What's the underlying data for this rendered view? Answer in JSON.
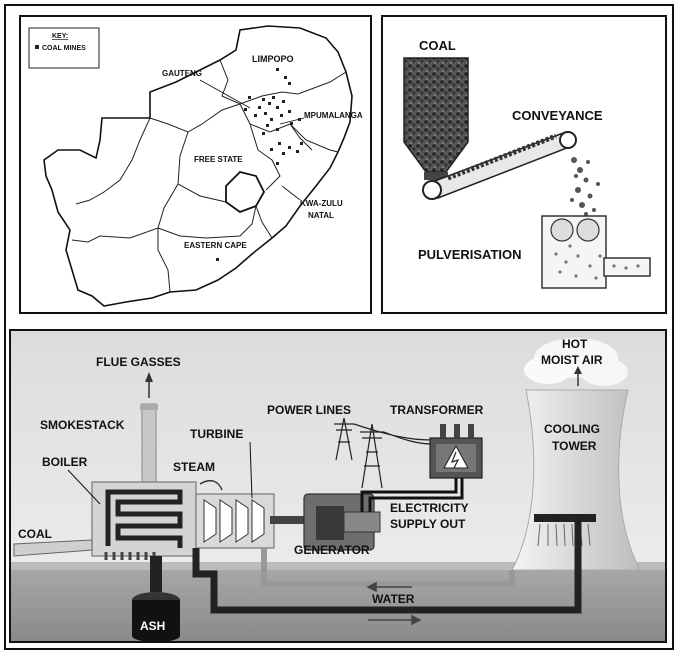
{
  "map_panel": {
    "key_title": "KEY:",
    "key_item": "COAL MINES",
    "provinces": {
      "limpopo": "LIMPOPO",
      "gauteng": "GAUTENG",
      "mpumalanga": "MPUMALANGA",
      "free_state": "FREE STATE",
      "kwazulu_line1": "KWA-ZULU",
      "kwazulu_line2": "NATAL",
      "eastern_cape": "EASTERN CAPE"
    }
  },
  "coal_panel": {
    "coal": "COAL",
    "conveyance": "CONVEYANCE",
    "pulverisation": "PULVERISATION"
  },
  "plant_panel": {
    "flue_gasses": "FLUE GASSES",
    "smokestack": "SMOKESTACK",
    "boiler": "BOILER",
    "coal": "COAL",
    "ash": "ASH",
    "turbine": "TURBINE",
    "steam": "STEAM",
    "power_lines": "POWER LINES",
    "transformer": "TRANSFORMER",
    "electricity_line1": "ELECTRICITY",
    "electricity_line2": "SUPPLY OUT",
    "generator": "GENERATOR",
    "water": "WATER",
    "hot_line1": "HOT",
    "hot_line2": "MOIST AIR",
    "cooling_line1": "COOLING",
    "cooling_line2": "TOWER"
  }
}
